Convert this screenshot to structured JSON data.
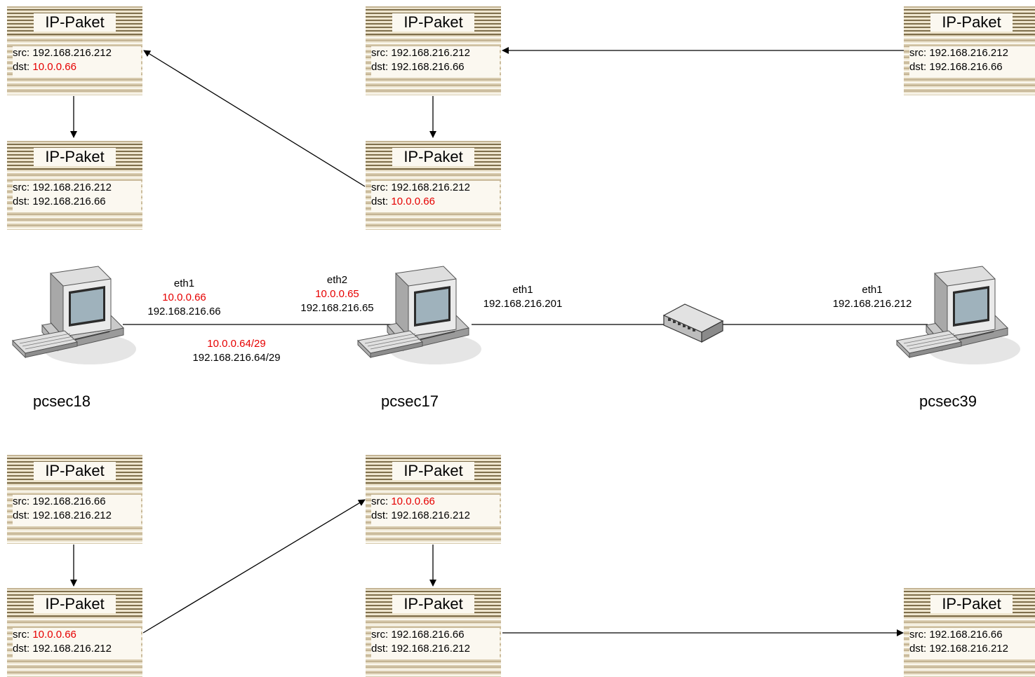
{
  "packets": [
    {
      "id": "p1",
      "title": "IP-Paket",
      "src_label": "src:",
      "src_value": "192.168.216.212",
      "dst_label": "dst:",
      "dst_value": "10.0.0.66",
      "src_red": false,
      "dst_red": true
    },
    {
      "id": "p2",
      "title": "IP-Paket",
      "src_label": "src:",
      "src_value": "192.168.216.212",
      "dst_label": "dst:",
      "dst_value": "192.168.216.66",
      "src_red": false,
      "dst_red": false
    },
    {
      "id": "p3",
      "title": "IP-Paket",
      "src_label": "src:",
      "src_value": "192.168.216.212",
      "dst_label": "dst:",
      "dst_value": "192.168.216.66",
      "src_red": false,
      "dst_red": false
    },
    {
      "id": "p4",
      "title": "IP-Paket",
      "src_label": "src:",
      "src_value": "192.168.216.212",
      "dst_label": "dst:",
      "dst_value": "10.0.0.66",
      "src_red": false,
      "dst_red": true
    },
    {
      "id": "p5",
      "title": "IP-Paket",
      "src_label": "src:",
      "src_value": "192.168.216.212",
      "dst_label": "dst:",
      "dst_value": "192.168.216.66",
      "src_red": false,
      "dst_red": false
    },
    {
      "id": "p6",
      "title": "IP-Paket",
      "src_label": "src:",
      "src_value": "192.168.216.66",
      "dst_label": "dst:",
      "dst_value": "192.168.216.212",
      "src_red": false,
      "dst_red": false
    },
    {
      "id": "p7",
      "title": "IP-Paket",
      "src_label": "src:",
      "src_value": "10.0.0.66",
      "dst_label": "dst:",
      "dst_value": "192.168.216.212",
      "src_red": true,
      "dst_red": false
    },
    {
      "id": "p8",
      "title": "IP-Paket",
      "src_label": "src:",
      "src_value": "10.0.0.66",
      "dst_label": "dst:",
      "dst_value": "192.168.216.212",
      "src_red": true,
      "dst_red": false
    },
    {
      "id": "p9",
      "title": "IP-Paket",
      "src_label": "src:",
      "src_value": "192.168.216.66",
      "dst_label": "dst:",
      "dst_value": "192.168.216.212",
      "src_red": false,
      "dst_red": false
    },
    {
      "id": "p10",
      "title": "IP-Paket",
      "src_label": "src:",
      "src_value": "192.168.216.66",
      "dst_label": "dst:",
      "dst_value": "192.168.216.212",
      "src_red": false,
      "dst_red": false
    }
  ],
  "hosts": {
    "pcsec18": {
      "name": "pcsec18",
      "if_name": "eth1",
      "if_ip_red": "10.0.0.66",
      "if_ip": "192.168.216.66"
    },
    "pcsec17": {
      "name": "pcsec17",
      "eth2_name": "eth2",
      "eth2_ip_red": "10.0.0.65",
      "eth2_ip": "192.168.216.65",
      "eth1_name": "eth1",
      "eth1_ip": "192.168.216.201"
    },
    "pcsec39": {
      "name": "pcsec39",
      "if_name": "eth1",
      "if_ip": "192.168.216.212"
    }
  },
  "network": {
    "net_red": "10.0.0.64/29",
    "net": "192.168.216.64/29"
  },
  "colors": {
    "highlight": "#e60000",
    "line": "#000000",
    "packet_stripe_dark": "#7f6f4c",
    "packet_bg": "#fbf8f0"
  },
  "icons": {
    "computer": "desktop-computer-icon",
    "switch": "network-switch-icon"
  }
}
